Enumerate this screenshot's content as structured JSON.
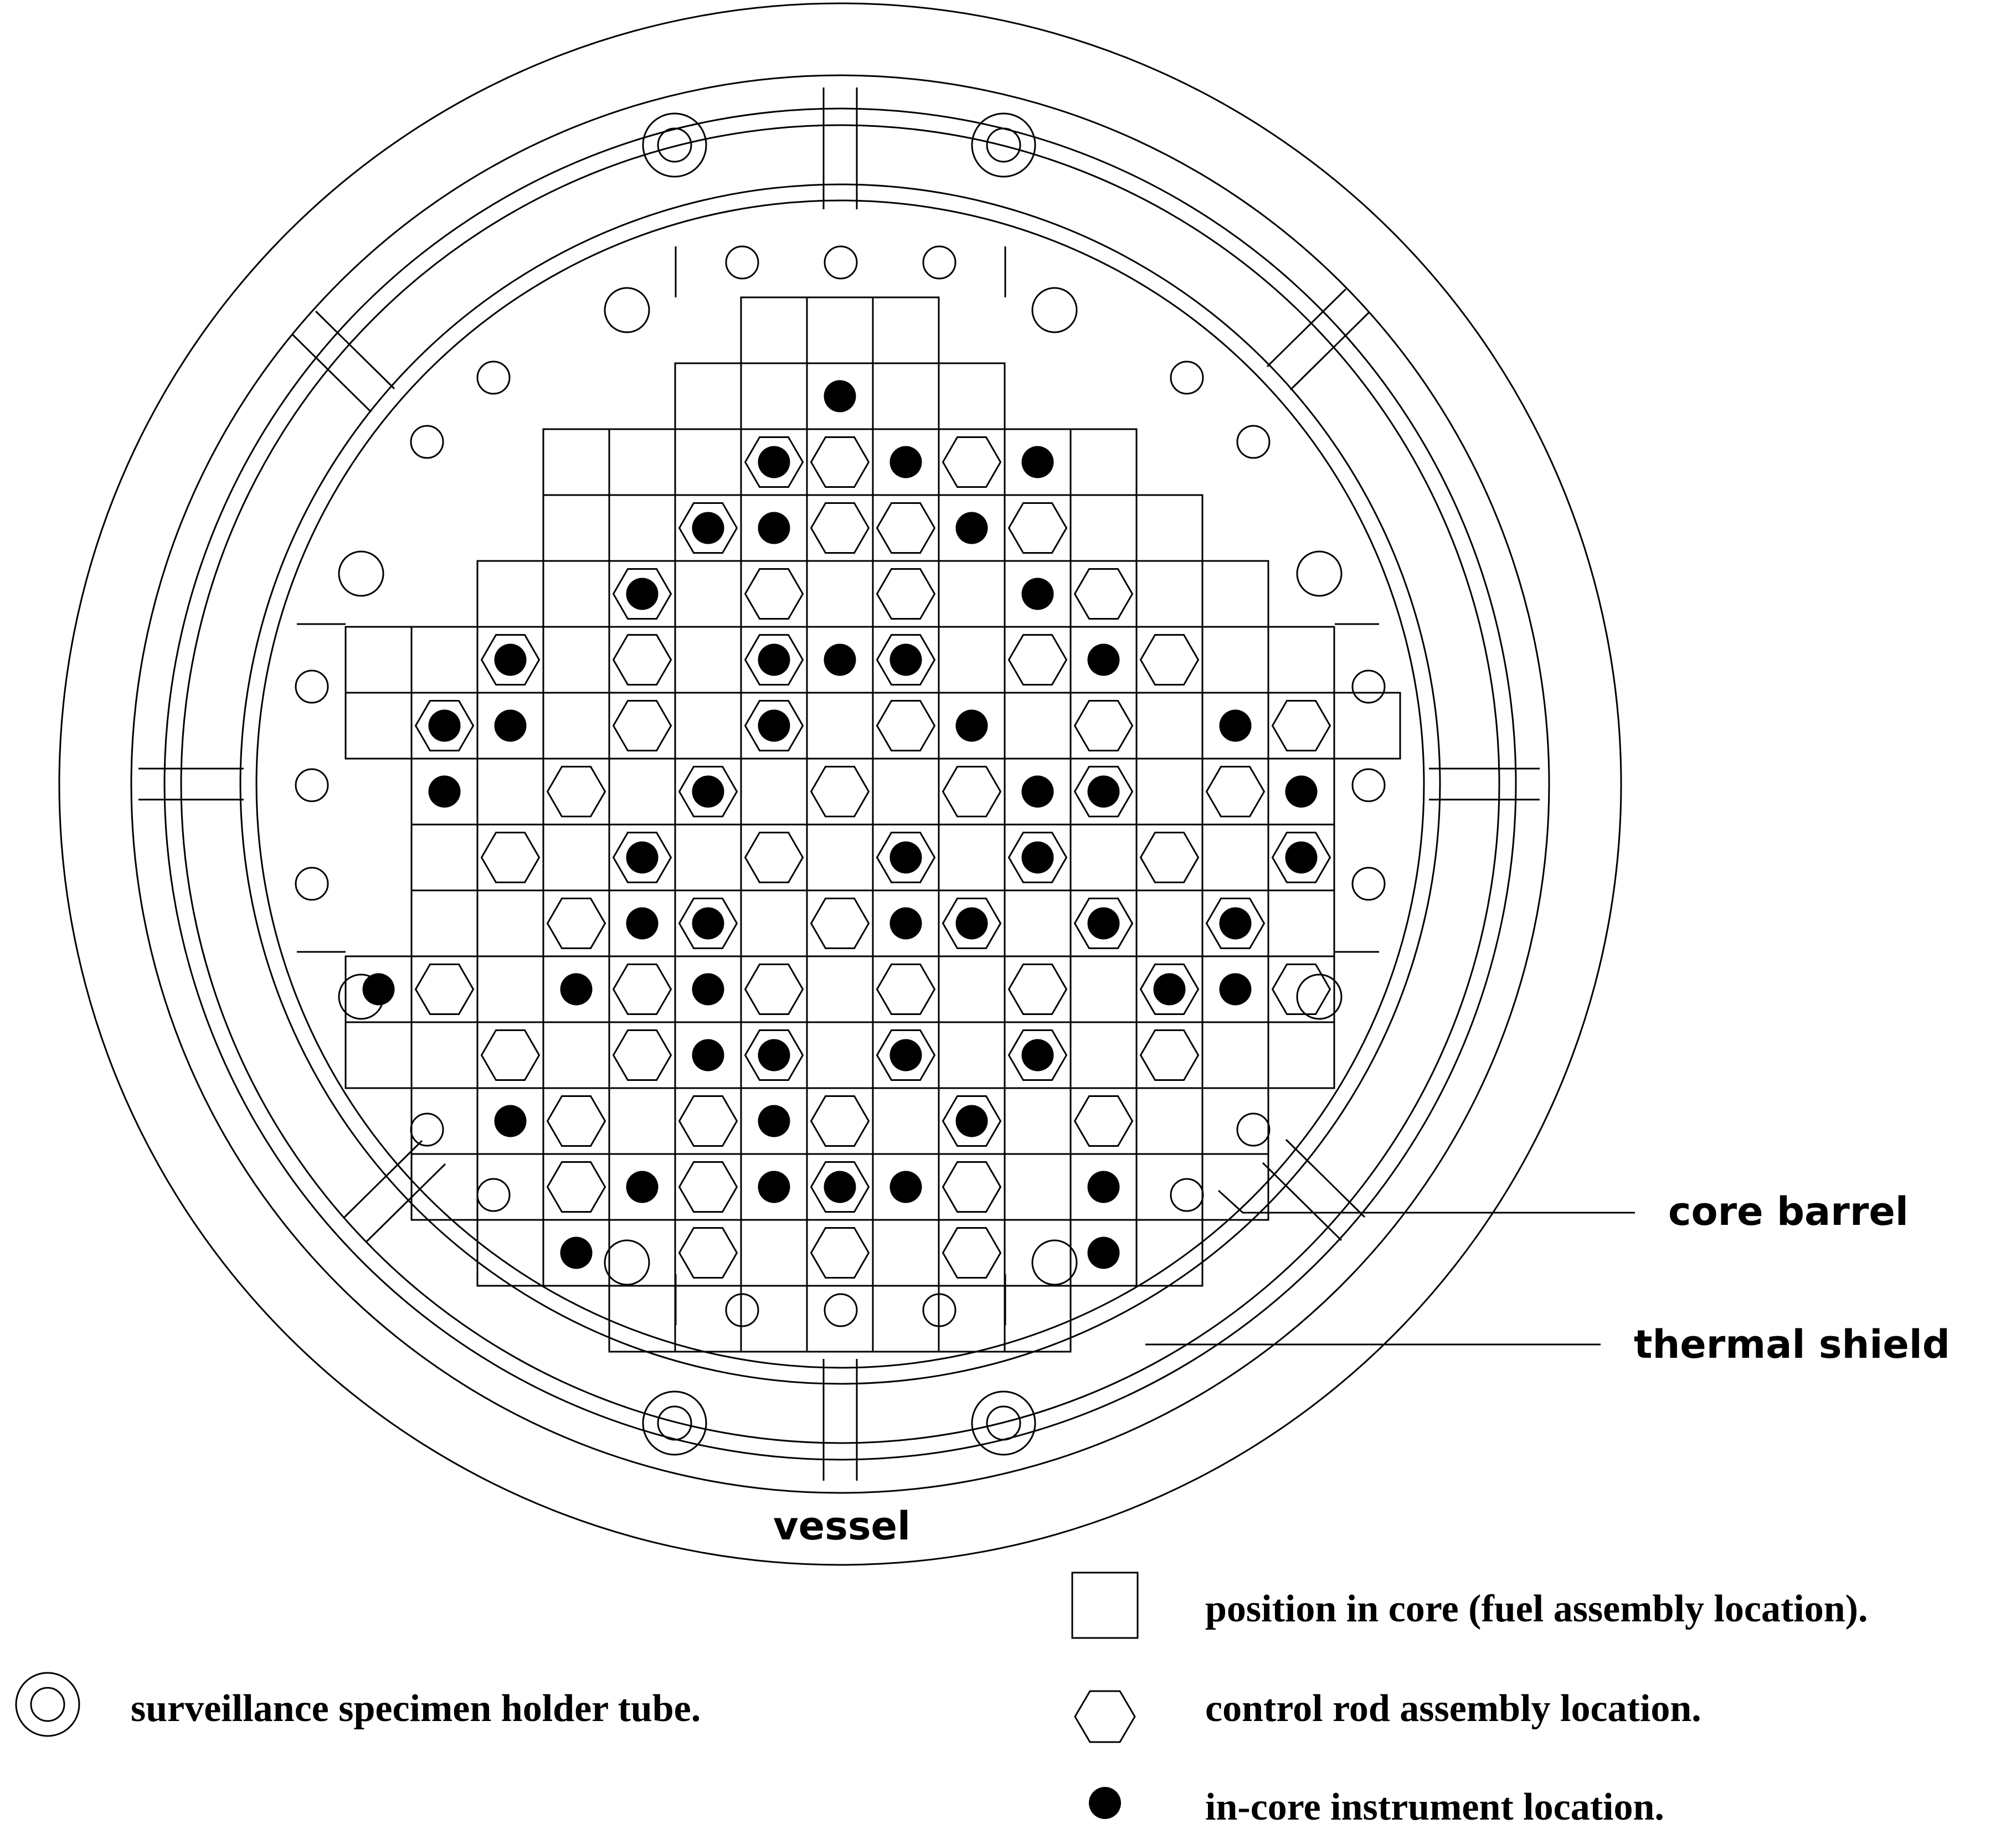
{
  "labels": {
    "core_barrel": "core barrel",
    "thermal_shield": "thermal shield",
    "vessel": "vessel"
  },
  "legend": {
    "fuel_assembly": "position in core  (fuel assembly location).",
    "surveillance": "surveillance specimen holder tube.",
    "control_rod": "control rod  assembly location.",
    "instrument": "in-core instrument location."
  },
  "core_map": {
    "rows": [
      "  ...  ",
      "  ..I..  ",
      " ...BCICI. ",
      "  ..BICCIC..  ",
      "  ..B.C.C.IC..  ",
      " ..B.C.BIB.CIC.. ",
      " .BI.C.B.CI.C.IC. ",
      " I.C.B.C.CIB.CI ",
      " .C.B.C.B.B.C.B ",
      " ..CIB.CIB.B.B. ",
      " IC.ICIC.C.C.BIC ",
      " ..C.CIB.B.B.C.. ",
      "  .IC.CIC.B.C..  ",
      "  ..CICIBIC.I..  ",
      "   .I.C.C.C.I.   ",
      "   .......   "
    ],
    "legend_codes": {
      ".": "fuel assembly",
      "C": "control rod assembly",
      "I": "in-core instrument",
      "B": "control rod assembly with in-core instrument"
    }
  },
  "colors": {
    "line": "#000000",
    "background": "#ffffff"
  }
}
